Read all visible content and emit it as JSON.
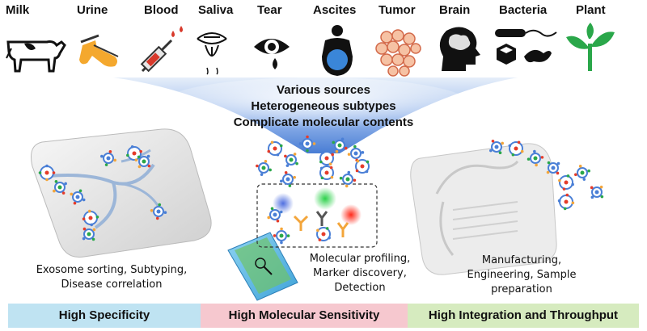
{
  "sources": [
    {
      "label": "Milk",
      "icon": "cow-icon"
    },
    {
      "label": "Urine",
      "icon": "urine-tubes-icon"
    },
    {
      "label": "Blood",
      "icon": "syringe-icon"
    },
    {
      "label": "Saliva",
      "icon": "mouth-icon"
    },
    {
      "label": "Tear",
      "icon": "eye-icon"
    },
    {
      "label": "Ascites",
      "icon": "body-silhouette-icon"
    },
    {
      "label": "Tumor",
      "icon": "cell-cluster-icon"
    },
    {
      "label": "Brain",
      "icon": "head-brain-icon"
    },
    {
      "label": "Bacteria",
      "icon": "bacteria-icon"
    },
    {
      "label": "Plant",
      "icon": "sprout-icon"
    }
  ],
  "challenges": {
    "line1": "Various sources",
    "line2": "Heterogeneous subtypes",
    "line3": "Complicate molecular contents"
  },
  "panels": {
    "left": {
      "line1": "Exosome sorting, Subtyping,",
      "line2": "Disease correlation"
    },
    "middle": {
      "line1": "Molecular profiling,",
      "line2": "Marker discovery,",
      "line3": "Detection"
    },
    "right": {
      "line1": "Manufacturing,",
      "line2": "Engineering, Sample",
      "line3": "preparation"
    }
  },
  "footer": {
    "specificity": {
      "label": "High Specificity",
      "color": "#bfe3f2"
    },
    "sensitivity": {
      "label": "High Molecular Sensitivity",
      "color": "#f6c8cf"
    },
    "throughput": {
      "label": "High Integration and Throughput",
      "color": "#d6ebbf"
    }
  },
  "colors": {
    "funnel": "#4a7fd6",
    "funnel_light": "#d6e4f7",
    "red": "#e53c2a",
    "orange": "#f3a53a",
    "green_plant": "#2aa74a",
    "ascites_blue": "#3a86d8"
  }
}
